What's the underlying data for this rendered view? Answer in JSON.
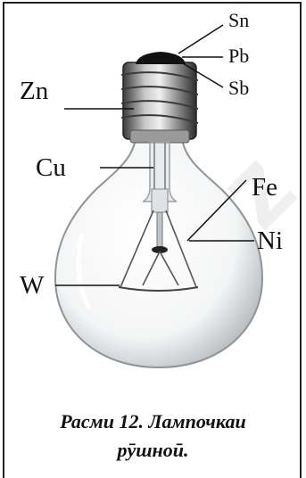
{
  "labels": {
    "sn": "Sn",
    "pb": "Pb",
    "sb": "Sb",
    "zn": "Zn",
    "cu": "Cu",
    "fe": "Fe",
    "ni": "Ni",
    "w": "W"
  },
  "caption": {
    "line1": "Расми 12. Лампочкаи",
    "line2": "рӯшноӣ."
  },
  "watermark": "al.uz"
}
